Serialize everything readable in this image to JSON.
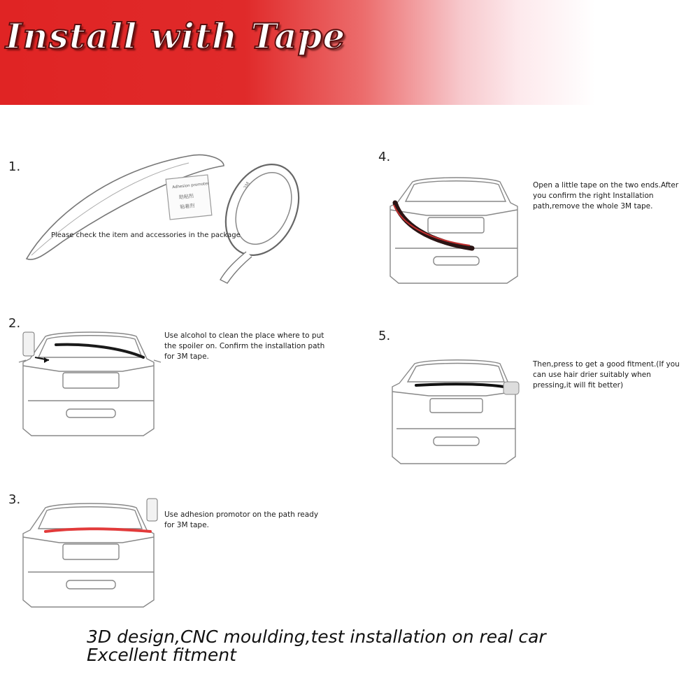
{
  "banner": {
    "title": "Install with Tape"
  },
  "steps": [
    {
      "number": "1.",
      "caption": "Please check  the item and accessories in the package",
      "box_label": "Adhesion promoter",
      "tape_label": "3M"
    },
    {
      "number": "2.",
      "caption": "Use alcohol to clean the place where to put\nthe spoiler on. Confirm the installation path\nfor 3M tape."
    },
    {
      "number": "3.",
      "caption": "Use adhesion promotor on the path ready\nfor 3M tape."
    },
    {
      "number": "4.",
      "caption": "Open a little tape on the two ends.After\nyou confirm the right Installation\npath,remove the whole 3M tape."
    },
    {
      "number": "5.",
      "caption": "Then,press to get a good fitment.(If you\ncan use hair drier suitably when\npressing,it will fit better)"
    }
  ],
  "footer": {
    "line1": "3D design,CNC moulding,test installation on real car",
    "line2": "Excellent fitment"
  },
  "colors": {
    "banner_red": "#e02424",
    "adhesion_red": "#e23a3a",
    "spoiler_black": "#1a1a1a"
  }
}
